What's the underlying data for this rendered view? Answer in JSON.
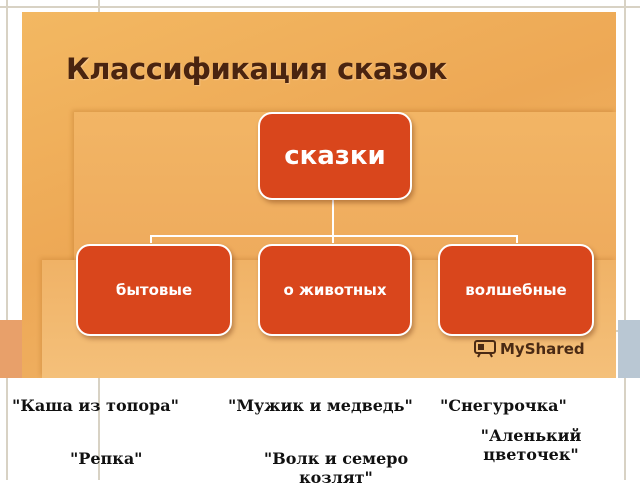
{
  "slide": {
    "title": "Классификация сказок",
    "root": "сказки",
    "children": [
      "бытовые",
      "о животных",
      "волшебные"
    ],
    "watermark": "MyShared"
  },
  "examples": {
    "col1": [
      "\"Каша из топора\"",
      "\"Репка\""
    ],
    "col2": [
      "\"Мужик и медведь\"",
      "\"Волк и семеро козлят\""
    ],
    "col3": [
      "\"Снегурочка\"",
      "\"Аленький цветочек\""
    ]
  },
  "colors": {
    "node_fill": "#d9461c",
    "slide_bg": "#eda855",
    "title_text": "#4a2410"
  }
}
